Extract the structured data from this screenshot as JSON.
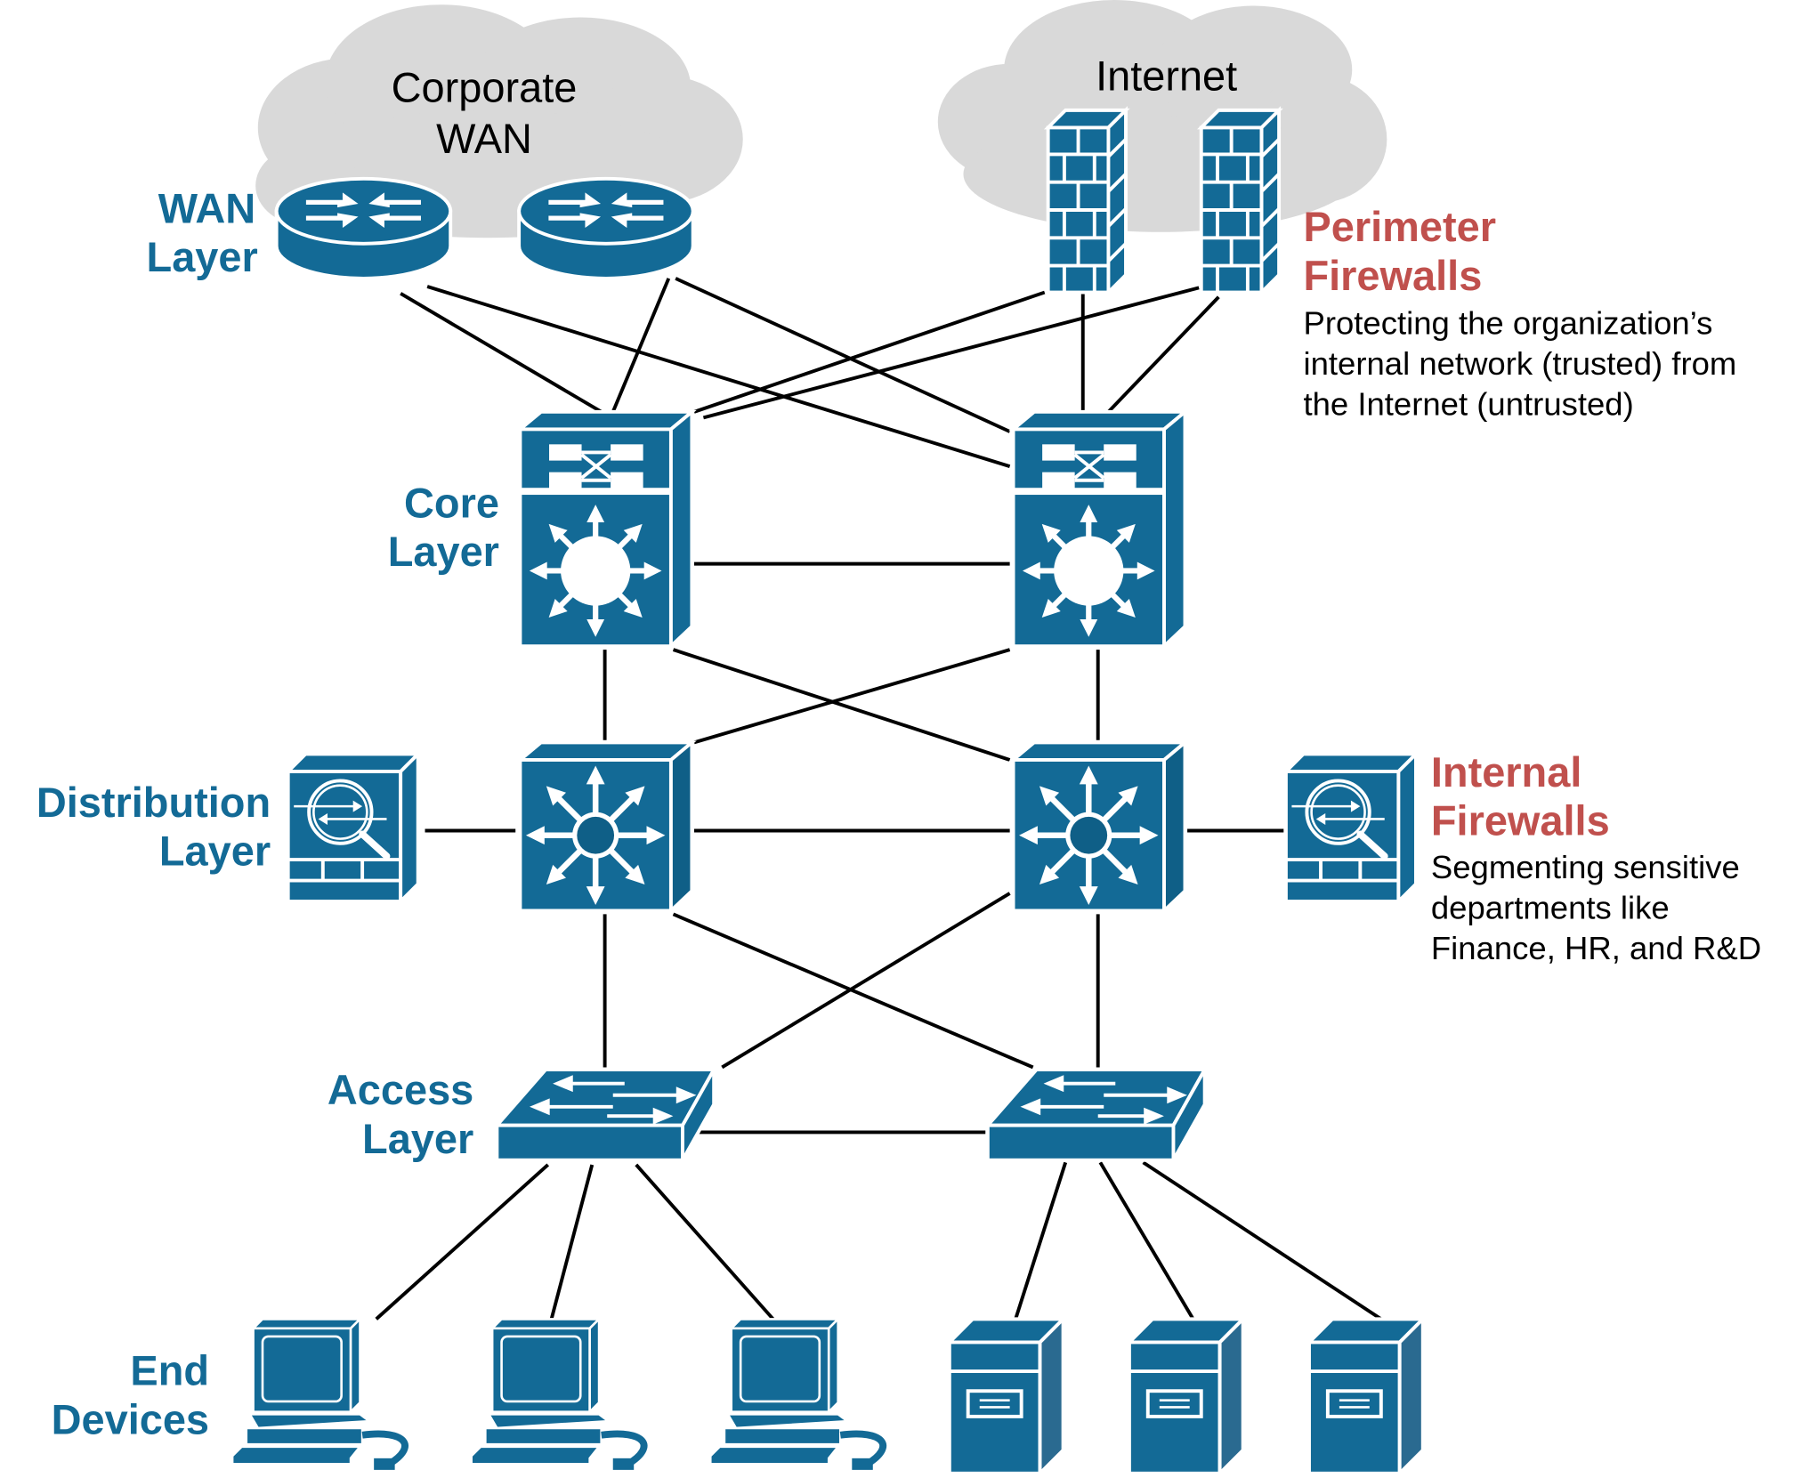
{
  "colors": {
    "device": "#136a96",
    "accent_red": "#c0504d",
    "cloud": "#d9d9d9",
    "link": "#000000"
  },
  "clouds": {
    "corporate_wan": [
      "Corporate",
      "WAN"
    ],
    "internet": "Internet"
  },
  "layers": {
    "wan": [
      "WAN",
      "Layer"
    ],
    "core": [
      "Core",
      "Layer"
    ],
    "distribution": [
      "Distribution",
      "Layer"
    ],
    "access": [
      "Access",
      "Layer"
    ],
    "end": [
      "End",
      "Devices"
    ]
  },
  "perimeter": {
    "title": [
      "Perimeter",
      "Firewalls"
    ],
    "desc": [
      "Protecting the organization’s",
      "internal network (trusted) from",
      "the Internet (untrusted)"
    ]
  },
  "internal": {
    "title": [
      "Internal",
      "Firewalls"
    ],
    "desc": [
      "Segmenting sensitive",
      "departments like",
      "Finance, HR, and R&D"
    ]
  },
  "icons": [
    "router-icon",
    "firewall-icon",
    "core-switch-icon",
    "distribution-switch-icon",
    "internal-firewall-icon",
    "access-switch-icon",
    "pc-icon",
    "server-icon"
  ]
}
